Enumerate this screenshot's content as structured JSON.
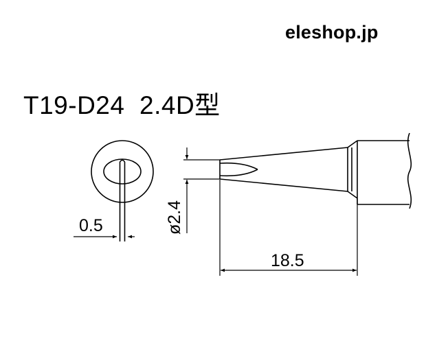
{
  "brand": "eleshop.jp",
  "title": "T19-D24  2.4D型",
  "dimensions": {
    "slot_width": "0.5",
    "diameter": "ø2.4",
    "length": "18.5"
  }
}
